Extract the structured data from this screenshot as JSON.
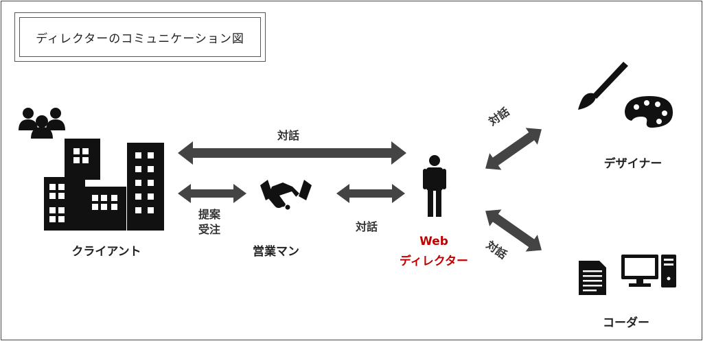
{
  "title": "ディレクターのコミュニケーション図",
  "actors": {
    "client": "クライアント",
    "sales": "営業マン",
    "web_director_line1": "Web",
    "web_director_line2": "ディレクター",
    "designer": "デザイナー",
    "coder": "コーダー"
  },
  "connections": {
    "client_director": "対話",
    "client_sales_line1": "提案",
    "client_sales_line2": "受注",
    "sales_director": "対話",
    "director_designer": "対話",
    "director_coder": "対話"
  },
  "colors": {
    "arrow": "#444444",
    "icon": "#111111",
    "highlight": "#c00000"
  },
  "icons": [
    "people-icon",
    "buildings-icon",
    "handshake-icon",
    "person-icon",
    "paintbrush-icon",
    "palette-icon",
    "document-icon",
    "computer-icon"
  ]
}
